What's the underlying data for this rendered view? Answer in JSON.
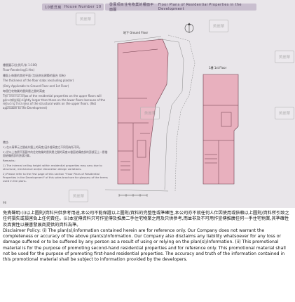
{
  "header": {
    "section_cn": "10號洋房",
    "section_en": "House Number 10",
    "title_cn": "發展項目住宅物業的樓面平面圖",
    "title_en": "Floor Plans of Residential Properties in the Development"
  },
  "plans": {
    "ground_floor": "地下 Ground Floor",
    "first_floor": "1樓 1st Floor"
  },
  "legend": {
    "lines": [
      "樓層圖示(比例尺/米 1:100)",
      "Floor-Rendering(1:Yes)",
      "樓面上每層的其他平面 (包括突出建築的窗台 如有)",
      "The thickness of the floor slabs (excluding plaster)",
      "(Only Applicable to Ground Floor and 1st Floor)",
      "每個住宅物業的層與層之間的高度",
      "The internal areas of the residential properties on the upper floors will generally be slightly larger than those on the lower floors because of the reducing thickness of the structural walls on the upper floors. (Not applicable to the Development)"
    ]
  },
  "remarks": {
    "heading": "備註:",
    "heading_en": "Remarks:",
    "lines": [
      "1) 在公寓單元之間或外牆上的高度,因外樓高度之不同而有所不同。",
      "2) 於以上各層平面圖中的住宅物業的層與層之間的高度以樓面結構底部的頂部至上一層樓面結構底部的頂部計算。",
      "1) The internal ceiling height within residential properties may vary due to structural, mechanical and/or decoration design variations.",
      "2) Please refer to the first page of this section \"Floor Plans of Residential Properties in the Development\" of this sales brochure for glossary of the terms used in the plans."
    ]
  },
  "page_number": "98",
  "watermarks": [
    "美麗華",
    "美麗華",
    "美麗華",
    "美麗華",
    "美麗華",
    "美麗華",
    "美麗華"
  ],
  "disclaimer": {
    "cn": "免責聲明:(i)以上圖則/資料只供參考用途,本公司不能保證以上圖則/資料的完整性或準確性,本公司亦不就任何人仕因使用或依賴以上圖則/資料所引致之任何損失或損害負上任何責任。(ii)本宣傳資料只可作宣傳及推廣二手住宅物業之用及只供參考,而並非及不可用作宣傳推廣任何一手住宅物業,其準確性及真實性以樓書發展商提供的資料為準。",
    "en": "Disclaimer Policy: (i) The plan(s)/information contained herein are for reference only. Our Company does not warrant the completeness or accuracy of the above plan(s)/information. Our Company also disclaims any liability whatsoever for any loss or damage suffered or to be suffered by any person as a result of using or relying on the plan(s)/information. (ii) This promotional material is for the purpose of promoting second-hand residential properties and for reference only. This promotional material shall not be used for the purpose of promoting first-hand residential properties. The accuracy and truth of the information contained in this promotional material shall be subject to information provided by the developers."
  },
  "colors": {
    "brochure_bg": "#e9e6ea",
    "header_tag": "#c9bfcf",
    "plan_fill": "#e8b0be",
    "plan_stroke": "#6b3a48"
  }
}
